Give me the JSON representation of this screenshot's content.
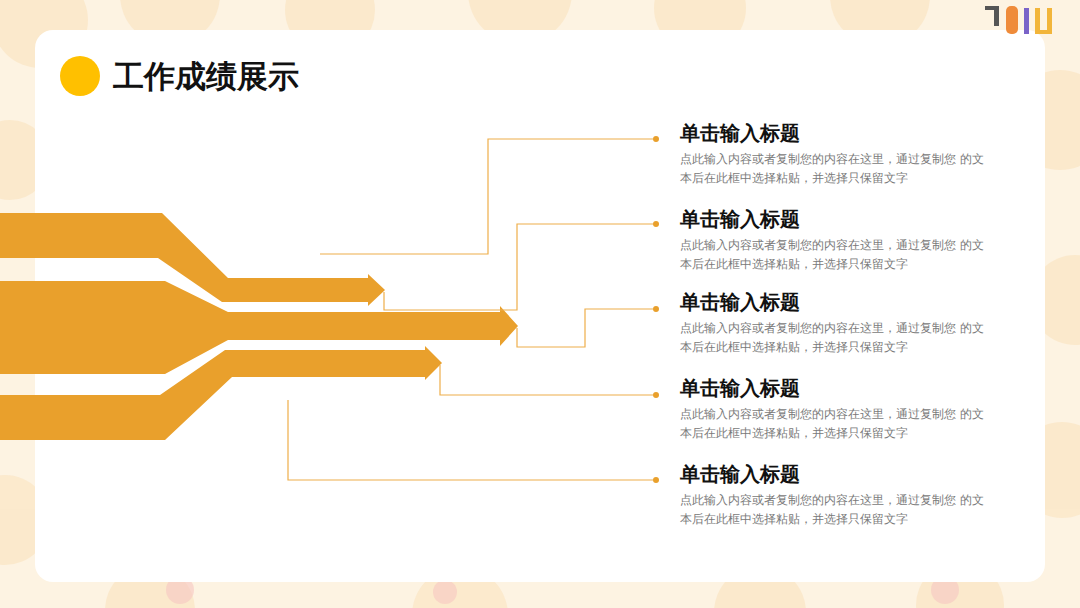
{
  "diagram": {
    "title": "工作成绩展示",
    "nodes": [
      {
        "text": [
          "单击输入标题",
          "点此输入内容或者复制您的内容在这里，通过复制您 的文本后在此框中选择粘贴，并选择只保留文字"
        ]
      },
      {
        "text": [
          "单击输入标题",
          "点此输入内容或者复制您的内容在这里，通过复制您 的文本后在此框中选择粘贴，并选择只保留文字"
        ]
      },
      {
        "text": [
          "单击输入标题",
          "点此输入内容或者复制您的内容在这里，通过复制您 的文本后在此框中选择粘贴，并选择只保留文字"
        ]
      },
      {
        "text": [
          "单击输入标题",
          "点此输入内容或者复制您的内容在这里，通过复制您 的文本后在此框中选择粘贴，并选择只保留文字"
        ]
      },
      {
        "text": [
          "单击输入标题",
          "点此输入内容或者复制您的内容在这里，通过复制您 的文本后在此框中选择粘贴，并选择只保留文字"
        ]
      }
    ]
  }
}
